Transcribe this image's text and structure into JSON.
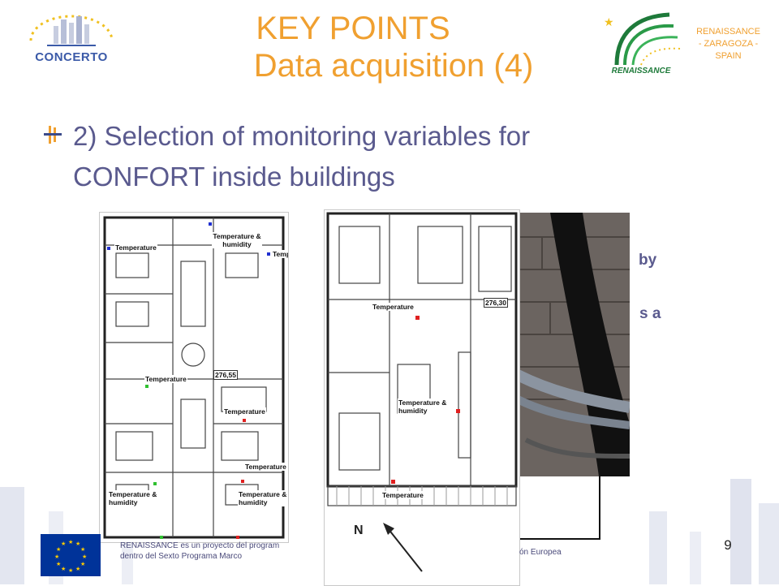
{
  "header": {
    "title_line1": "KEY POINTS",
    "title_line2": "Data acquisition (4)",
    "concerto_logo": "CONCERTO",
    "renaissance_logo": "RENAISSANCE",
    "renaissance_side_l1": "RENAISSANCE",
    "renaissance_side_l2": "- ZARAGOZA -",
    "renaissance_side_l3": "SPAIN"
  },
  "content": {
    "heading_l1": "2) Selection of monitoring variables for",
    "heading_l2": "CONFORT inside buildings",
    "partial_l1": "by",
    "partial_l2": "s a"
  },
  "plan1": {
    "labels": [
      "Temperature",
      "Temperature & humidity",
      "Temperature",
      "Temperature",
      "276,55",
      "Temperature",
      "Temperature",
      "Temperature & humidity",
      "Temperature & humidity"
    ]
  },
  "plan2": {
    "labels": [
      "Temperature",
      "276,30",
      "Temperature & humidity",
      "Temperature"
    ],
    "north": "N"
  },
  "footer": {
    "left_l1": "RENAISSANCE es un proyecto del program",
    "left_l2": "dentro del Sexto Programa Marco",
    "right": "ón Europea",
    "page_number": "9"
  },
  "colors": {
    "title": "#f0a030",
    "heading": "#5a5a8e",
    "eu_blue": "#003399",
    "eu_star": "#ffcc00",
    "sensor_red": "#e02020",
    "sensor_green": "#30c030",
    "sensor_blue": "#2030d0"
  }
}
